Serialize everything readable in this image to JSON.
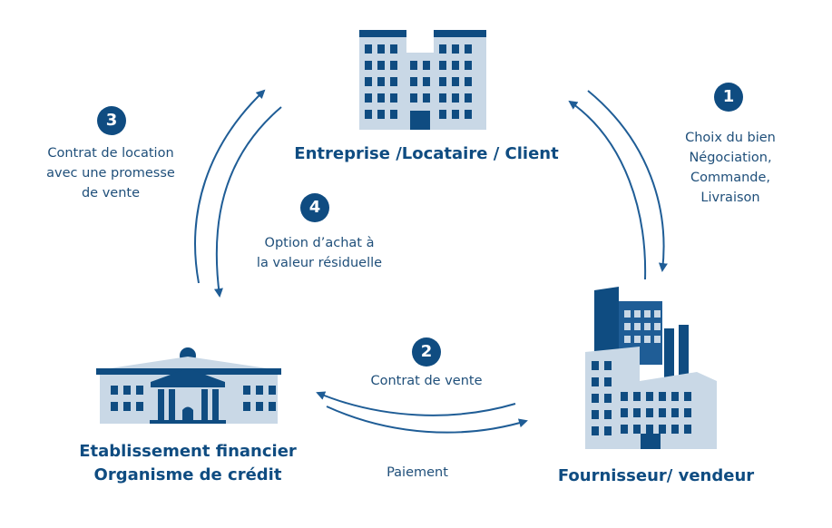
{
  "nodes": {
    "client": {
      "title": "Entreprise /Locataire / Client"
    },
    "supplier": {
      "title": "Fournisseur/ vendeur"
    },
    "bank": {
      "title_line1": "Etablissement financier",
      "title_line2": "Organisme de crédit"
    }
  },
  "steps": [
    {
      "number": "1",
      "lines": [
        "Choix du bien",
        "Négociation,",
        "Commande,",
        "Livraison"
      ]
    },
    {
      "number": "2",
      "lines": [
        "Contrat de vente"
      ]
    },
    {
      "number": "3",
      "lines": [
        "Contrat de location",
        "avec une promesse",
        "de vente"
      ]
    },
    {
      "number": "4",
      "lines": [
        "Option d’achat à",
        "la valeur résiduelle"
      ]
    }
  ],
  "payment_label": "Paiement",
  "colors": {
    "dark": "#0f4c81",
    "light": "#c9d8e6",
    "arrow": "#1f5d96",
    "text": "#1f4f7a"
  },
  "icons": [
    "office-building-icon",
    "factory-icon",
    "bank-icon"
  ]
}
